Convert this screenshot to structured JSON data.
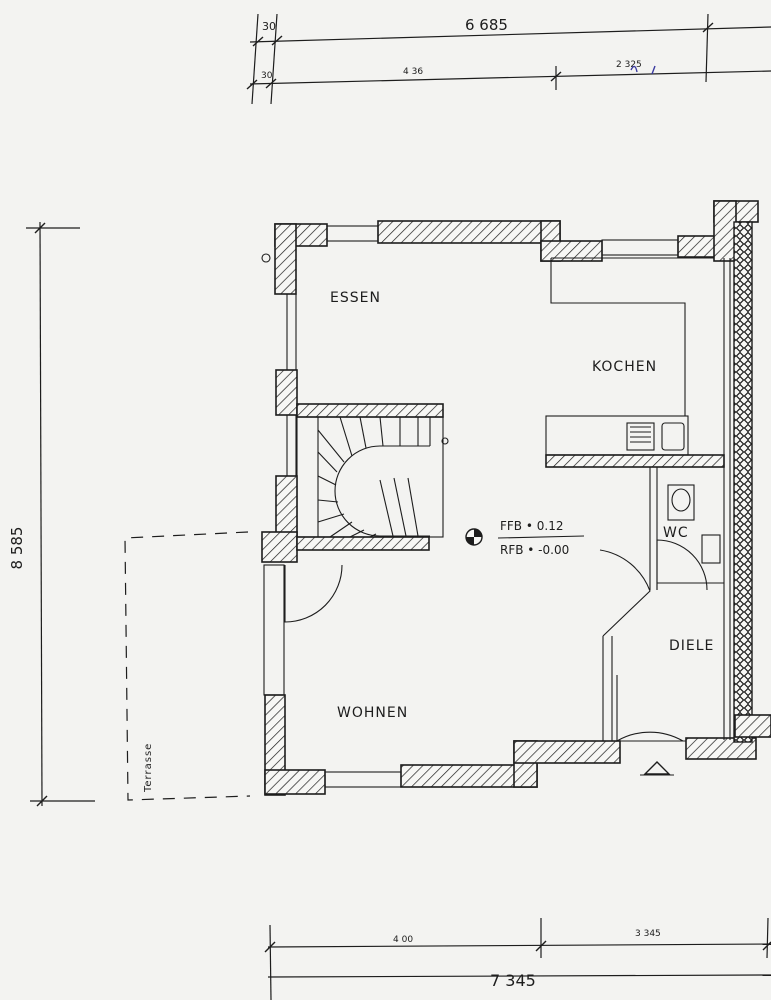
{
  "rooms": {
    "essen": "ESSEN",
    "kochen": "KOCHEN",
    "wohnen": "WOHNEN",
    "wc": "WC",
    "diele": "DIELE",
    "terrasse": "Terrasse"
  },
  "levels": {
    "ffb": "FFB • 0.12",
    "rfb": "RFB • -0.00"
  },
  "dimensions": {
    "top_total": "6 685",
    "top_first": "30",
    "top_first_lower": "30",
    "top_segment_a": "4 36",
    "top_segment_b": "2 325",
    "left_height": "8 585",
    "bottom_segment_a": "4 00",
    "bottom_segment_b": "3 345",
    "bottom_total": "7 345"
  },
  "colors": {
    "paper": "#f3f3f1",
    "ink": "#1d1d1d",
    "pen_mark": "#3a3aa0"
  }
}
